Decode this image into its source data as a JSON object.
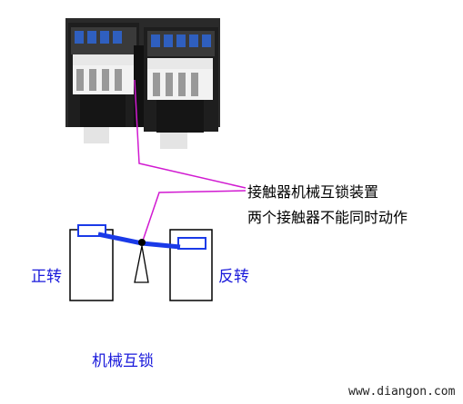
{
  "callout": {
    "line1": "接触器机械互锁装置",
    "line2": "两个接触器不能同时动作"
  },
  "diagram": {
    "left_label": "正转",
    "right_label": "反转",
    "caption": "机械互锁"
  },
  "footer": {
    "watermark": "www.diangon.com"
  },
  "colors": {
    "leader_line": "#d11ad1",
    "interlock_bar": "#1a3ae8",
    "label_text": "#1a1adb"
  }
}
